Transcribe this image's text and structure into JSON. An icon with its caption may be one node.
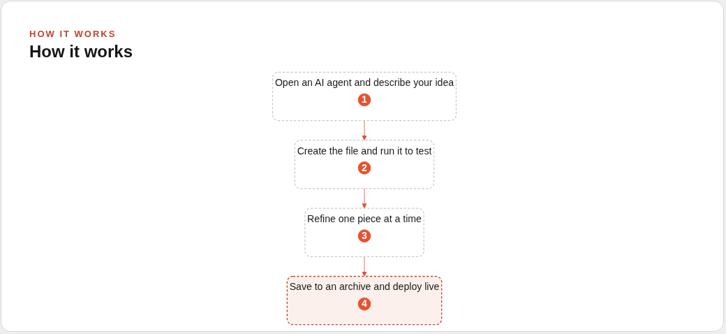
{
  "diagram": {
    "title": "How it works",
    "nodes": [
      {
        "text": [
          "Open an AI agent and describe your idea"
        ]
      },
      {
        "text": [
          "1"
        ],
        "in": 0
      },
      {
        "text": [
          "Create the file and run it to test"
        ]
      },
      {
        "text": [
          "2"
        ],
        "in": 2
      },
      {
        "text": [
          "Refine one piece at a time"
        ]
      },
      {
        "text": [
          "3"
        ],
        "in": 4
      },
      {
        "text": [
          "Save to an archive and deploy live"
        ]
      },
      {
        "text": [
          "4"
        ],
        "in": 6
      }
    ],
    "edges": [
      {
        "from": 0,
        "to": 2,
        "arrow": "to"
      },
      {
        "from": 2,
        "to": 4,
        "arrow": "to"
      },
      {
        "from": 4,
        "to": 6,
        "arrow": "to"
      }
    ],
    "labels": [
      "HOW IT WORKS"
    ]
  }
}
